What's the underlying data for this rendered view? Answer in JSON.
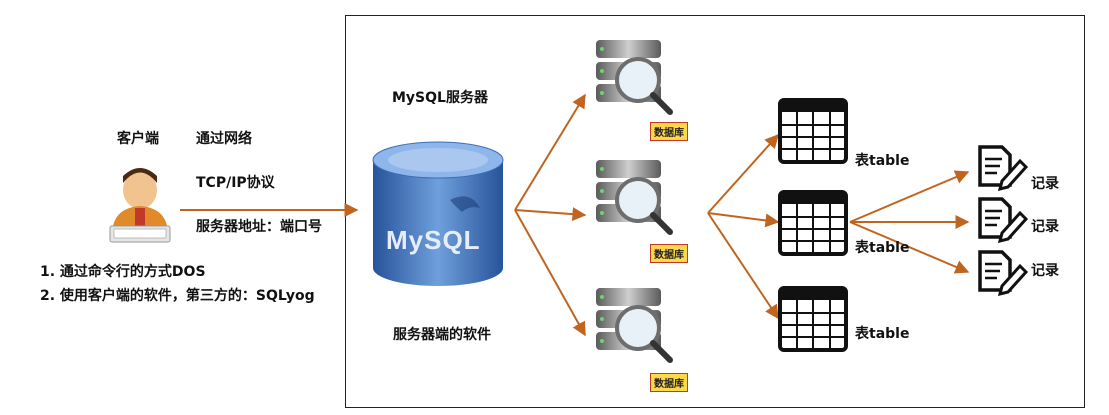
{
  "client": {
    "label": "客户端",
    "network": "通过网络",
    "protocol": "TCP/IP协议",
    "address": "服务器地址：端口号",
    "methods": [
      "1. 通过命令行的方式DOS",
      "2. 使用客户端的软件，第三方的：SQLyog"
    ]
  },
  "server": {
    "title": "MySQL服务器",
    "subtitle": "服务器端的软件",
    "logo_text": "MySQL"
  },
  "databases": [
    {
      "tag": "数据库"
    },
    {
      "tag": "数据库"
    },
    {
      "tag": "数据库"
    }
  ],
  "tables": [
    {
      "label": "表table"
    },
    {
      "label": "表table"
    },
    {
      "label": "表table"
    }
  ],
  "records": [
    {
      "label": "记录"
    },
    {
      "label": "记录"
    },
    {
      "label": "记录"
    }
  ],
  "colors": {
    "arrow": "#c0651f",
    "cylinder": "#3b6fb6",
    "tag_fill": "#ffd84a"
  }
}
